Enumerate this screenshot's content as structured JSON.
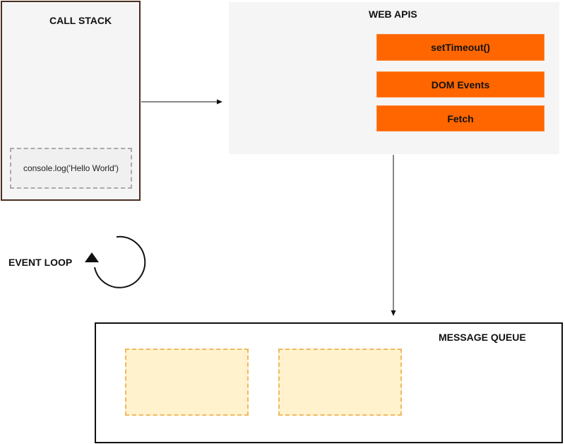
{
  "call_stack": {
    "title": "CALL STACK",
    "frame": "console.log('Hello World')"
  },
  "web_apis": {
    "title": "WEB APIS",
    "items": [
      "setTimeout()",
      "DOM Events",
      "Fetch"
    ]
  },
  "event_loop": {
    "label": "EVENT LOOP"
  },
  "message_queue": {
    "title": "MESSAGE QUEUE"
  },
  "colors": {
    "api_box": "#ff6600",
    "queue_slot": "#fff2cc",
    "queue_slot_border": "#f0b862",
    "panel_bg": "#f5f5f5"
  }
}
